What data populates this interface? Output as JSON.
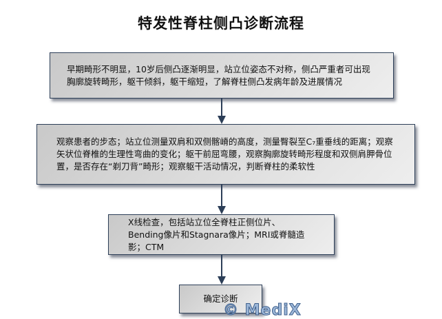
{
  "title": "特发性脊柱侧凸诊断流程",
  "steps": [
    {
      "text": "早期畸形不明显，10岁后侧凸逐渐明显，站立位姿态不对称，侧凸严重者可出现胸廓旋转畸形，躯干倾斜，躯干缩短，了解脊柱侧凸发病年龄及进展情况"
    },
    {
      "text": "观察患者的步态；站立位测量双肩和双侧髂嵴的高度，测量臀裂至C₇重垂线的距离；观察矢状位脊椎的生理性弯曲的变化；躯干前屈弯腰，观察胸廓旋转畸形程度和双侧肩胛骨位置，是否存在“剃刀背”畸形；观察躯干活动情况，判断脊柱的柔软性"
    },
    {
      "text": "X线检查，包括站立位全脊柱正侧位片、Bending像片和Stagnara像片；MRI或脊髓造影；CTM"
    },
    {
      "text": "确定诊断"
    }
  ],
  "watermark": "© MediX",
  "colors": {
    "border": "#2c3e57",
    "arrow": "#2c3e57"
  }
}
